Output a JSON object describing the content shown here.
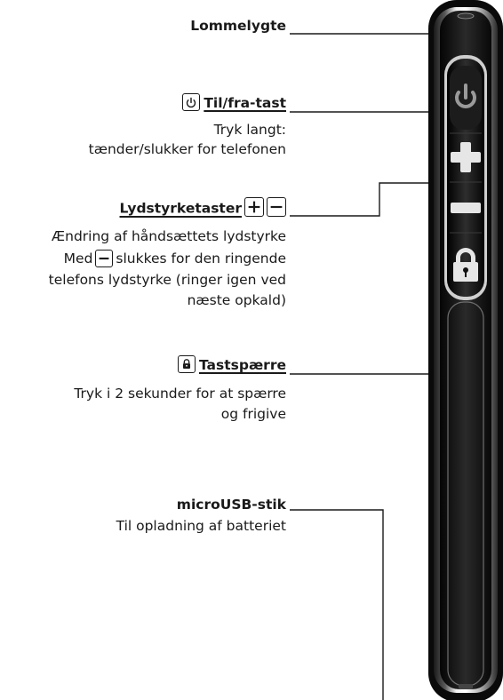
{
  "labels": {
    "flashlight": {
      "title": "Lommelygte"
    },
    "power": {
      "title": "Til/fra-tast",
      "desc_line1": "Tryk langt:",
      "desc_line2": "tænder/slukker for telefonen"
    },
    "volume": {
      "title": "Lydstyrketaster",
      "desc_line1": "Ændring af håndsættets lydstyrke",
      "desc_line2_pre": "Med",
      "desc_line2_post": "slukkes for den ringende",
      "desc_line3": "telefons lydstyrke (ringer igen ved",
      "desc_line4": "næste opkald)"
    },
    "keylock": {
      "title": "Tastspærre",
      "desc_line1": "Tryk i 2 sekunder for at spærre",
      "desc_line2": "og frigive"
    },
    "usb": {
      "title": "microUSB-stik",
      "desc_line1": "Til opladning af batteriet"
    }
  },
  "icons": {
    "power": "power-icon",
    "plus": "plus-icon",
    "minus": "minus-icon",
    "lock": "lock-icon"
  },
  "colors": {
    "text": "#1a1a1a",
    "phone_body": "#111111",
    "phone_rim": "#cfcfcf",
    "button_symbol": "#e6e6e6"
  }
}
